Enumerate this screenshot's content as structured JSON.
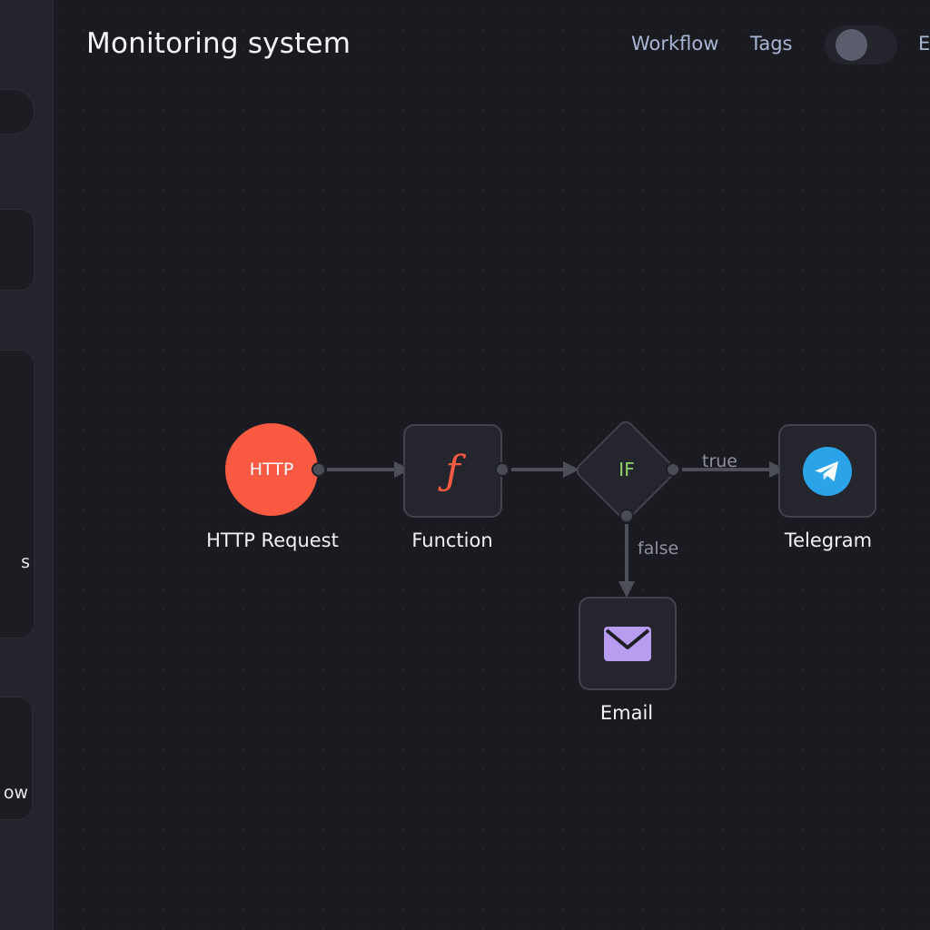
{
  "header": {
    "title": "Monitoring system",
    "nav": {
      "workflow": "Workflow",
      "tags": "Tags",
      "extra": "E"
    }
  },
  "sidebar": {
    "card2_text": "s",
    "card3_text": "ow"
  },
  "flow": {
    "nodes": {
      "http": {
        "badge": "HTTP",
        "label": "HTTP Request",
        "color": "#fa5a42"
      },
      "function": {
        "label": "Function",
        "icon": "function-icon",
        "color": "#fa5a42"
      },
      "if": {
        "badge": "IF",
        "color": "#8fd46a"
      },
      "telegram": {
        "label": "Telegram",
        "icon": "telegram-icon",
        "color": "#2aa3e8"
      },
      "email": {
        "label": "Email",
        "icon": "envelope-icon",
        "color": "#b79cf0"
      }
    },
    "edges": {
      "true_label": "true",
      "false_label": "false"
    }
  },
  "colors": {
    "background": "#1a1b20",
    "sidebar": "#24252c",
    "node_fill": "#25262d",
    "node_border": "#41434d",
    "nav_link": "#a9b6d3"
  }
}
